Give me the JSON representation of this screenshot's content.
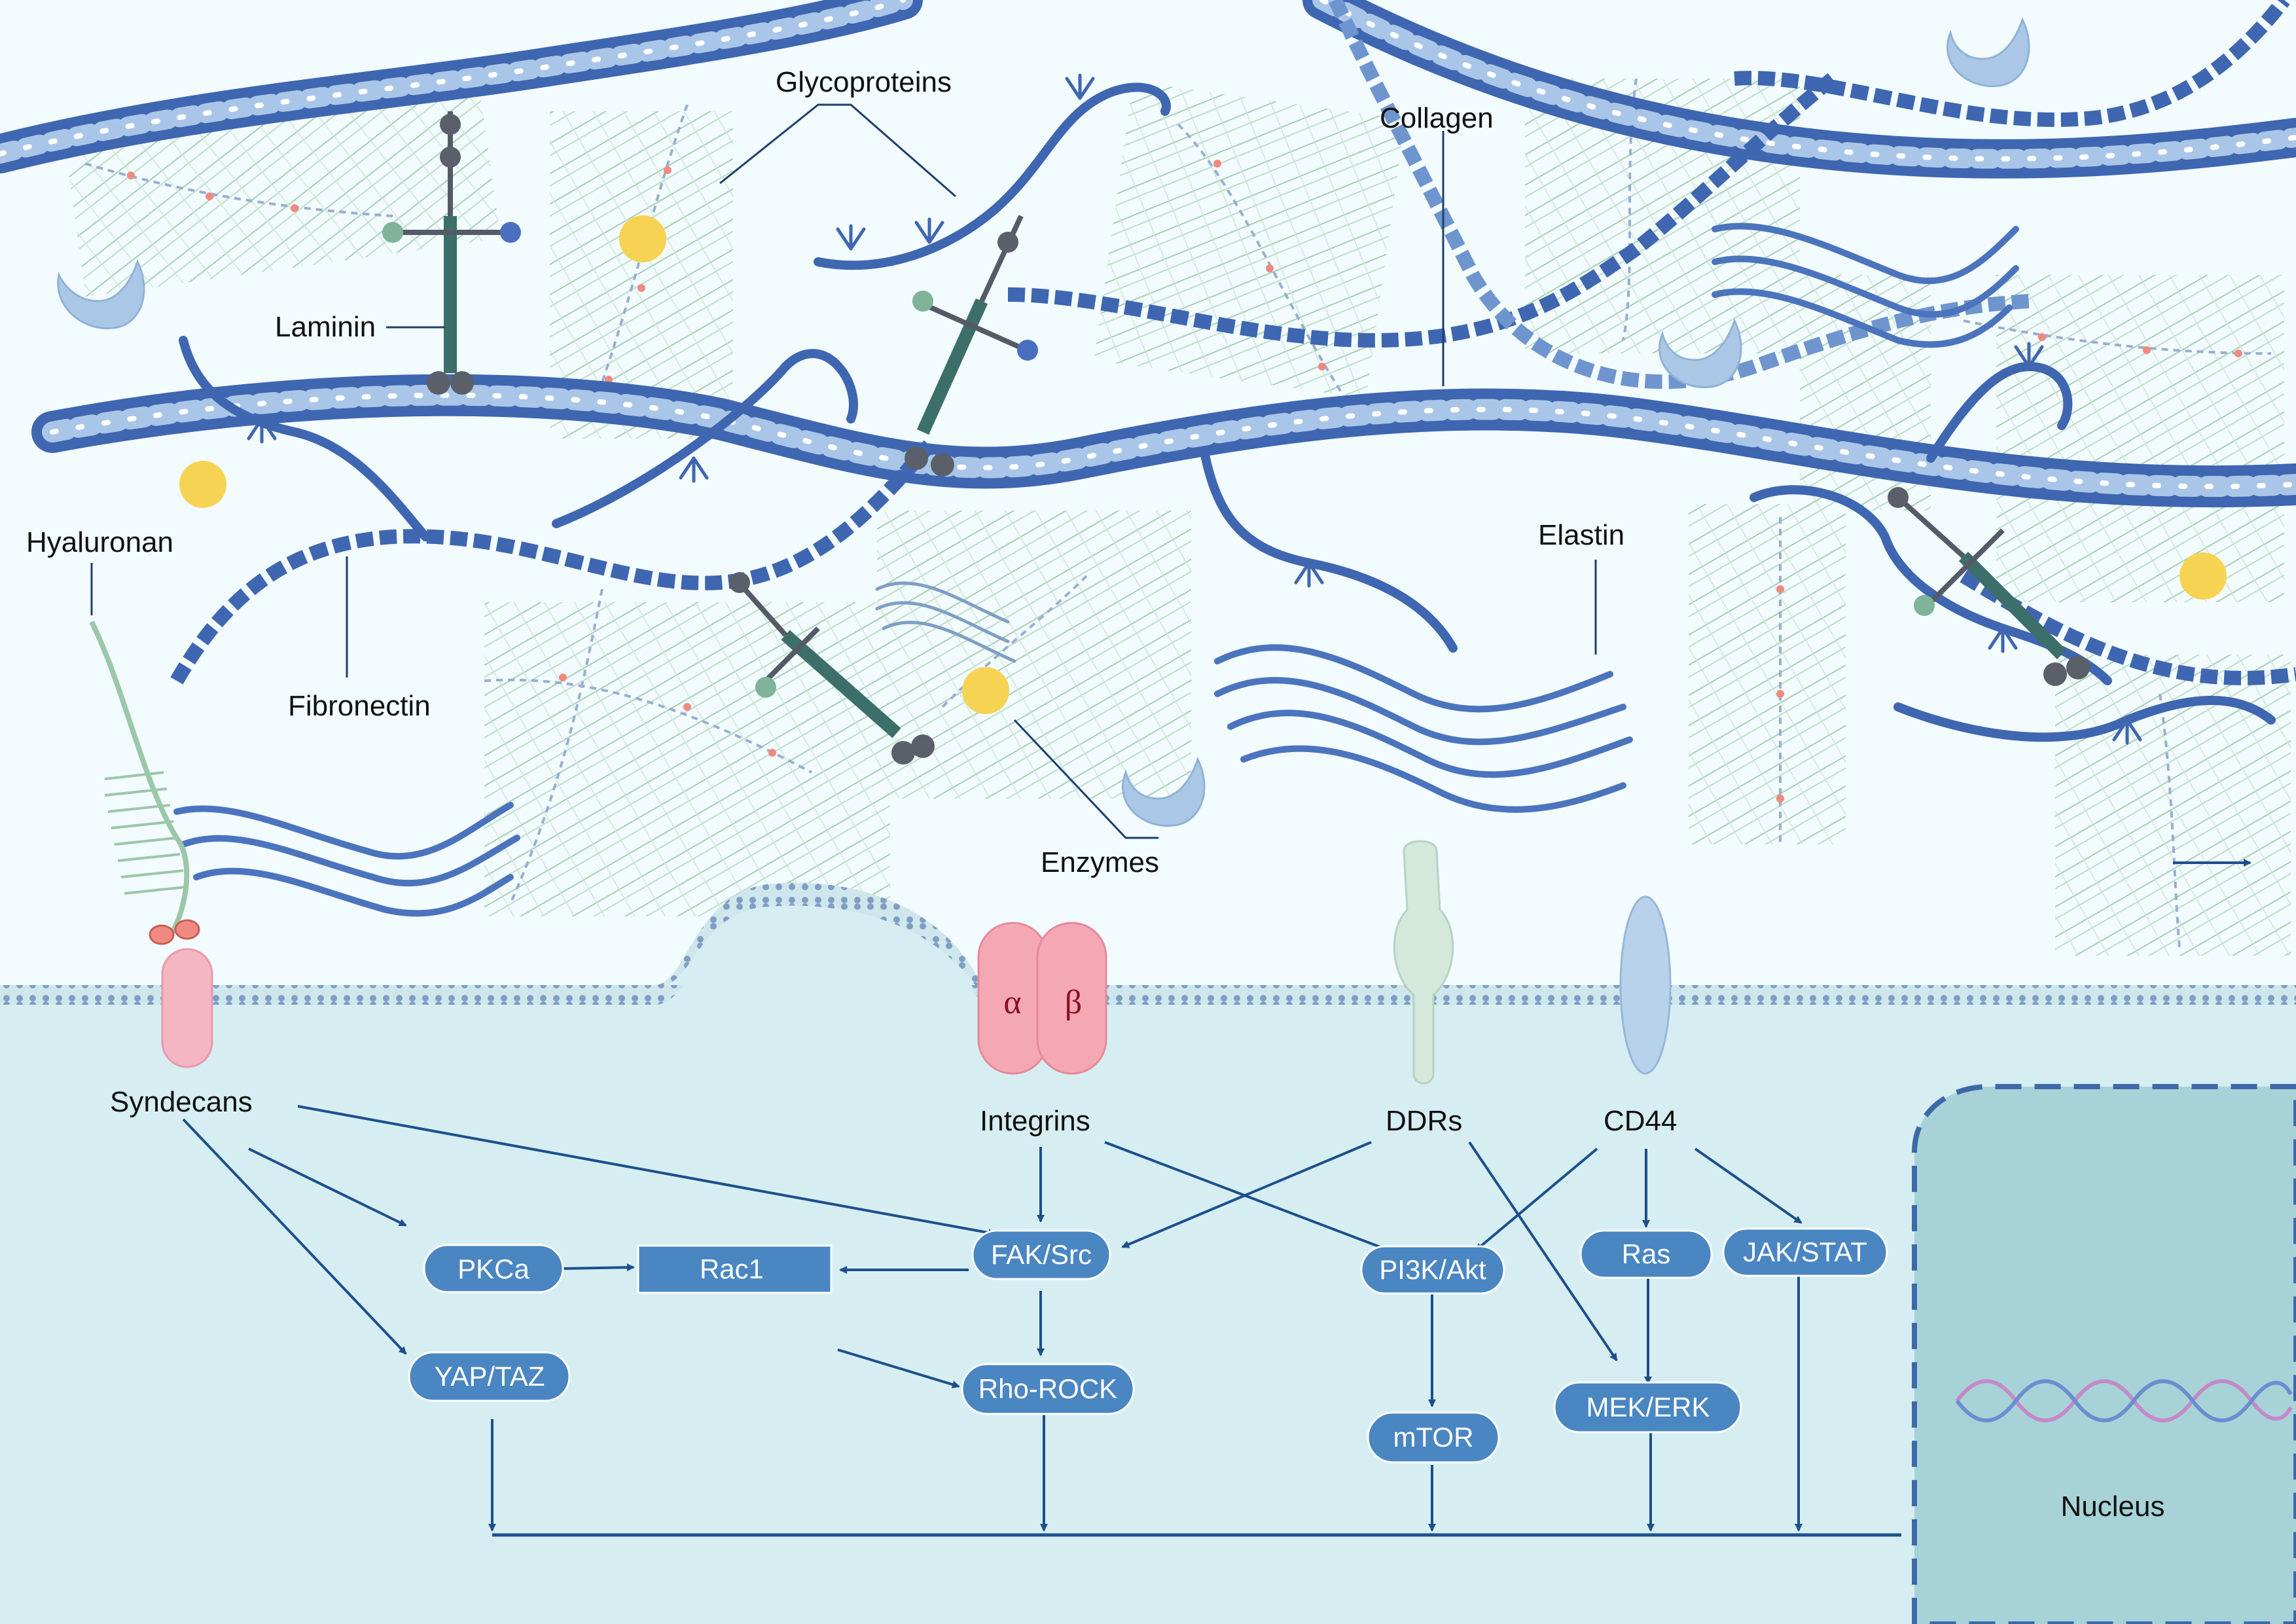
{
  "ecm": {
    "glycoproteins": "Glycoproteins",
    "collagen": "Collagen",
    "laminin": "Laminin",
    "hyaluronan": "Hyaluronan",
    "fibronectin": "Fibronectin",
    "elastin": "Elastin",
    "enzymes": "Enzymes"
  },
  "receptors": {
    "syndecans": "Syndecans",
    "integrins": "Integrins",
    "alpha": "α",
    "beta": "β",
    "ddrs": "DDRs",
    "cd44": "CD44"
  },
  "pathways": {
    "pkca": "PKCa",
    "rac1": "Rac1",
    "fak_src": "FAK/Src",
    "pi3k_akt": "PI3K/Akt",
    "ras": "Ras",
    "jak_stat": "JAK/STAT",
    "yap_taz": "YAP/TAZ",
    "rho_rock": "Rho-ROCK",
    "mtor": "mTOR",
    "mek_erk": "MEK/ERK"
  },
  "nucleus": "Nucleus",
  "colors": {
    "ecm_bg": "#f2fbfd",
    "cytoplasm": "#d6eef2",
    "nucleus": "#a7d3d8",
    "pathway_box": "#4a86c2",
    "arrow": "#1d4f8c",
    "collagen_dark": "#3f66b0",
    "collagen_light": "#a9c6e8",
    "syndecan": "#f4b6c2",
    "integrin": "#f4a8b4",
    "ddr": "#d4e8dc",
    "cd44": "#b9d2ec",
    "enzyme": "#aac8e6",
    "gag_green": "#9cc7a8",
    "yellow_ball": "#f7d354"
  }
}
